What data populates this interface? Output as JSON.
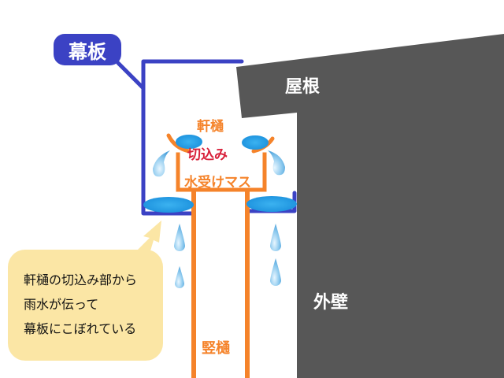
{
  "diagram": {
    "title_badge": "幕板",
    "labels": {
      "roof": "屋根",
      "outer_wall": "外壁",
      "eaves_gutter": "軒樋",
      "notch": "切込み",
      "water_box": "水受けマス",
      "downpipe": "竪樋"
    },
    "callout": {
      "lines": [
        "軒樋の切込み部から",
        "雨水が伝って",
        "幕板にこぼれている"
      ]
    },
    "colors": {
      "fascia_blue": "#3b42c4",
      "gutter_orange": "#f5832a",
      "notch_red": "#d8203a",
      "building_gray": "#575757",
      "water_blue": "#29a3e8",
      "callout_yellow": "#fbe6a5"
    }
  }
}
